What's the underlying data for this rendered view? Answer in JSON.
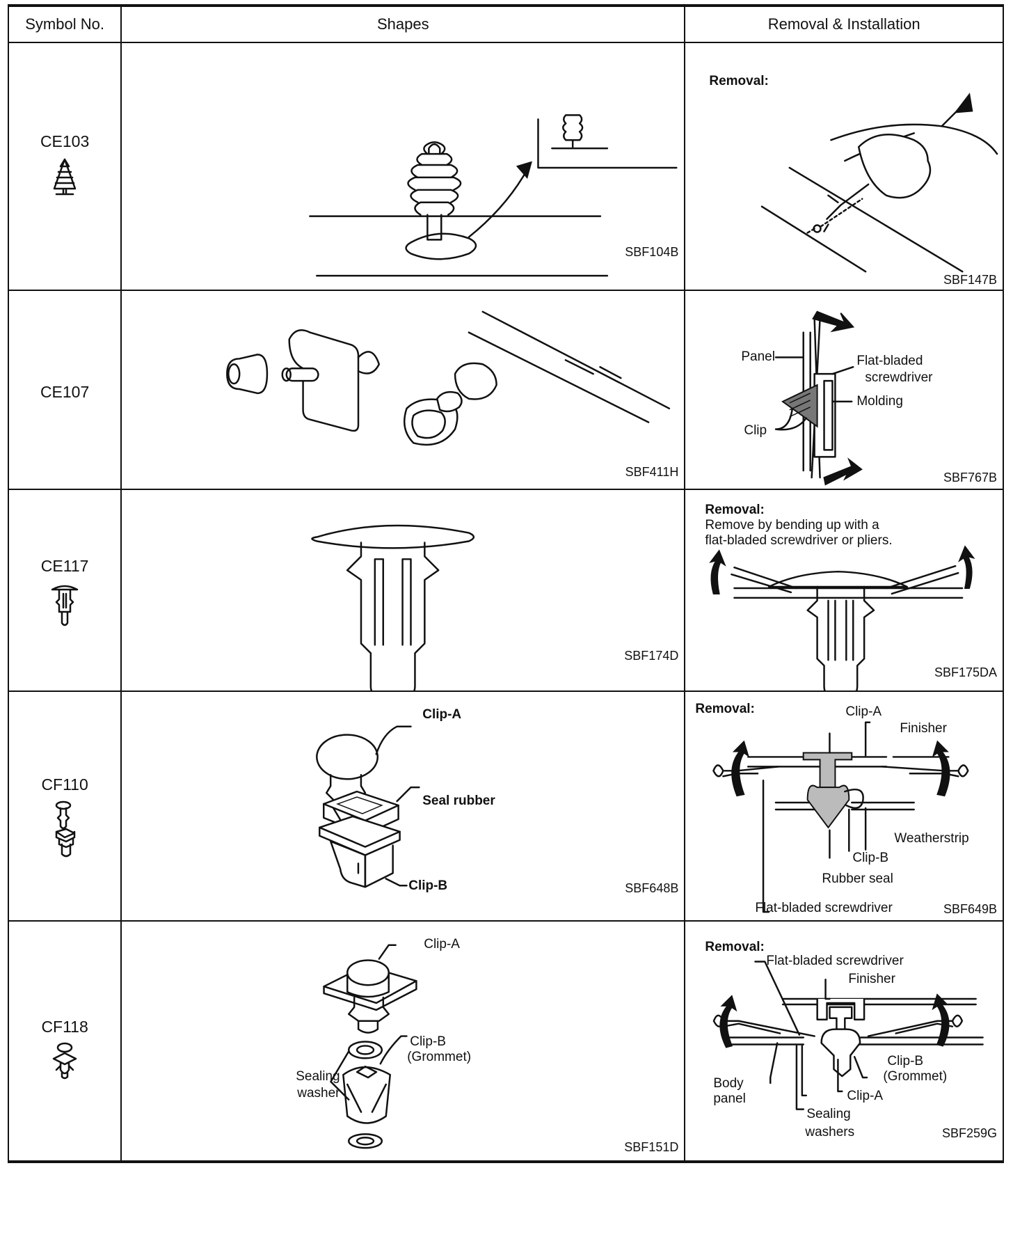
{
  "header": {
    "symbol_no": "Symbol No.",
    "shapes": "Shapes",
    "removal_installation": "Removal & Installation"
  },
  "rows": [
    {
      "symbol": "CE103",
      "shape_fig": "SBF104B",
      "removal_fig": "SBF147B",
      "removal_title": "Removal:"
    },
    {
      "symbol": "CE107",
      "shape_fig": "SBF411H",
      "removal_fig": "SBF767B",
      "labels": {
        "panel": "Panel",
        "flat_bladed": "Flat-bladed",
        "screwdriver": "screwdriver",
        "molding": "Molding",
        "clip": "Clip"
      }
    },
    {
      "symbol": "CE117",
      "shape_fig": "SBF174D",
      "removal_fig": "SBF175DA",
      "removal_title": "Removal:",
      "removal_text_1": "Remove by bending up with a",
      "removal_text_2": "flat-bladed screwdriver or pliers."
    },
    {
      "symbol": "CF110",
      "shape_fig": "SBF648B",
      "removal_fig": "SBF649B",
      "removal_title": "Removal:",
      "shape_labels": {
        "clip_a": "Clip-A",
        "seal_rubber": "Seal rubber",
        "clip_b": "Clip-B"
      },
      "removal_labels": {
        "clip_a": "Clip-A",
        "finisher": "Finisher",
        "weatherstrip": "Weatherstrip",
        "clip_b": "Clip-B",
        "rubber_seal": "Rubber seal",
        "flat_bladed": "Flat-bladed screwdriver"
      }
    },
    {
      "symbol": "CF118",
      "shape_fig": "SBF151D",
      "removal_fig": "SBF259G",
      "removal_title": "Removal:",
      "shape_labels": {
        "clip_a": "Clip-A",
        "clip_b": "Clip-B",
        "grommet": "(Grommet)",
        "sealing": "Sealing",
        "washer": "washer"
      },
      "removal_labels": {
        "flat_bladed": "Flat-bladed screwdriver",
        "finisher": "Finisher",
        "clip_b": "Clip-B",
        "grommet": "(Grommet)",
        "body": "Body",
        "panel": "panel",
        "clip_a": "Clip-A",
        "sealing": "Sealing",
        "washers": "washers"
      }
    }
  ]
}
